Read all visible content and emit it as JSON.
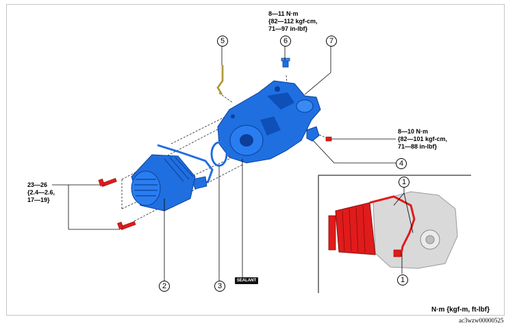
{
  "torque_specs": {
    "part6": [
      "8—11 N·m",
      "{82—112 kgf-cm,",
      "71—97 in-lbf}"
    ],
    "part4": [
      "8—10 N·m",
      "{82—101 kgf-cm,",
      "71—88 in-lbf}"
    ],
    "bolts": [
      "23—26",
      "{2.4—2.6,",
      "17—19}"
    ]
  },
  "callouts": {
    "c1a": "1",
    "c1b": "1",
    "c2": "2",
    "c3": "3",
    "c4": "4",
    "c5": "5",
    "c6": "6",
    "c7": "7"
  },
  "sealant_label": "SEALANT",
  "units_note": "N·m {kgf-m, ft-lbf}",
  "figure_code": "ac3wzw00000525",
  "colors": {
    "part_blue": "#1f6fe0",
    "part_blue_dark": "#0b3f9a",
    "highlight_red": "#e01b1b",
    "inset_gray": "#d9d9d9"
  }
}
